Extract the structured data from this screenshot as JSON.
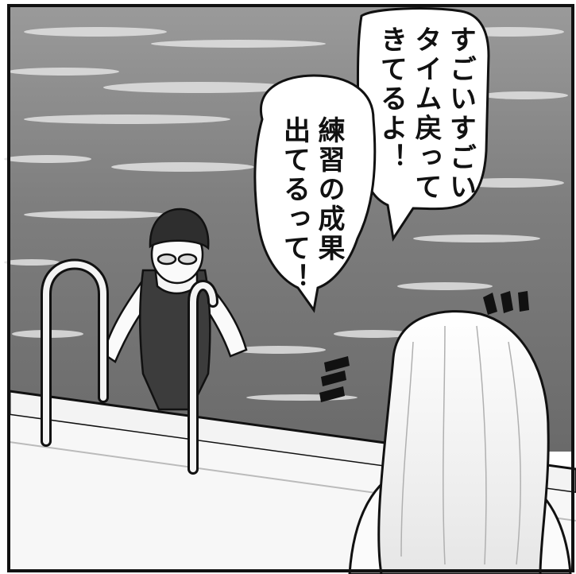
{
  "speech_bubbles": [
    {
      "id": "bubble-1",
      "lines": "すごいすごい\nタイム戻って\nきてるよ！"
    },
    {
      "id": "bubble-2",
      "lines": "練習の成果\n出てるって！"
    }
  ],
  "sound_effects": [
    "sfx-lines-top",
    "sfx-lines-left"
  ],
  "colors": {
    "water_dark": "#6d6d6d",
    "water_light": "#d9d9d9",
    "pool_edge": "#f2f2f2",
    "deck": "#f5f5f5",
    "ink": "#111111"
  },
  "characters": [
    "swimmer-in-pool",
    "observer-back-view"
  ]
}
